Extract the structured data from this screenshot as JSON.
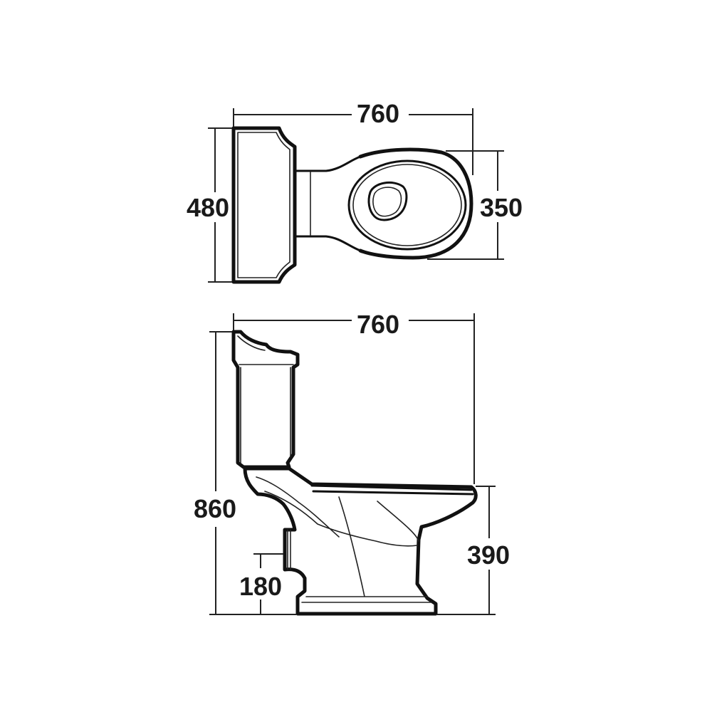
{
  "dimensions": {
    "top_width": "760",
    "top_depth": "480",
    "top_bowl_width": "350",
    "side_width": "760",
    "side_height": "860",
    "side_pan_height": "390",
    "side_outlet_height": "180"
  }
}
